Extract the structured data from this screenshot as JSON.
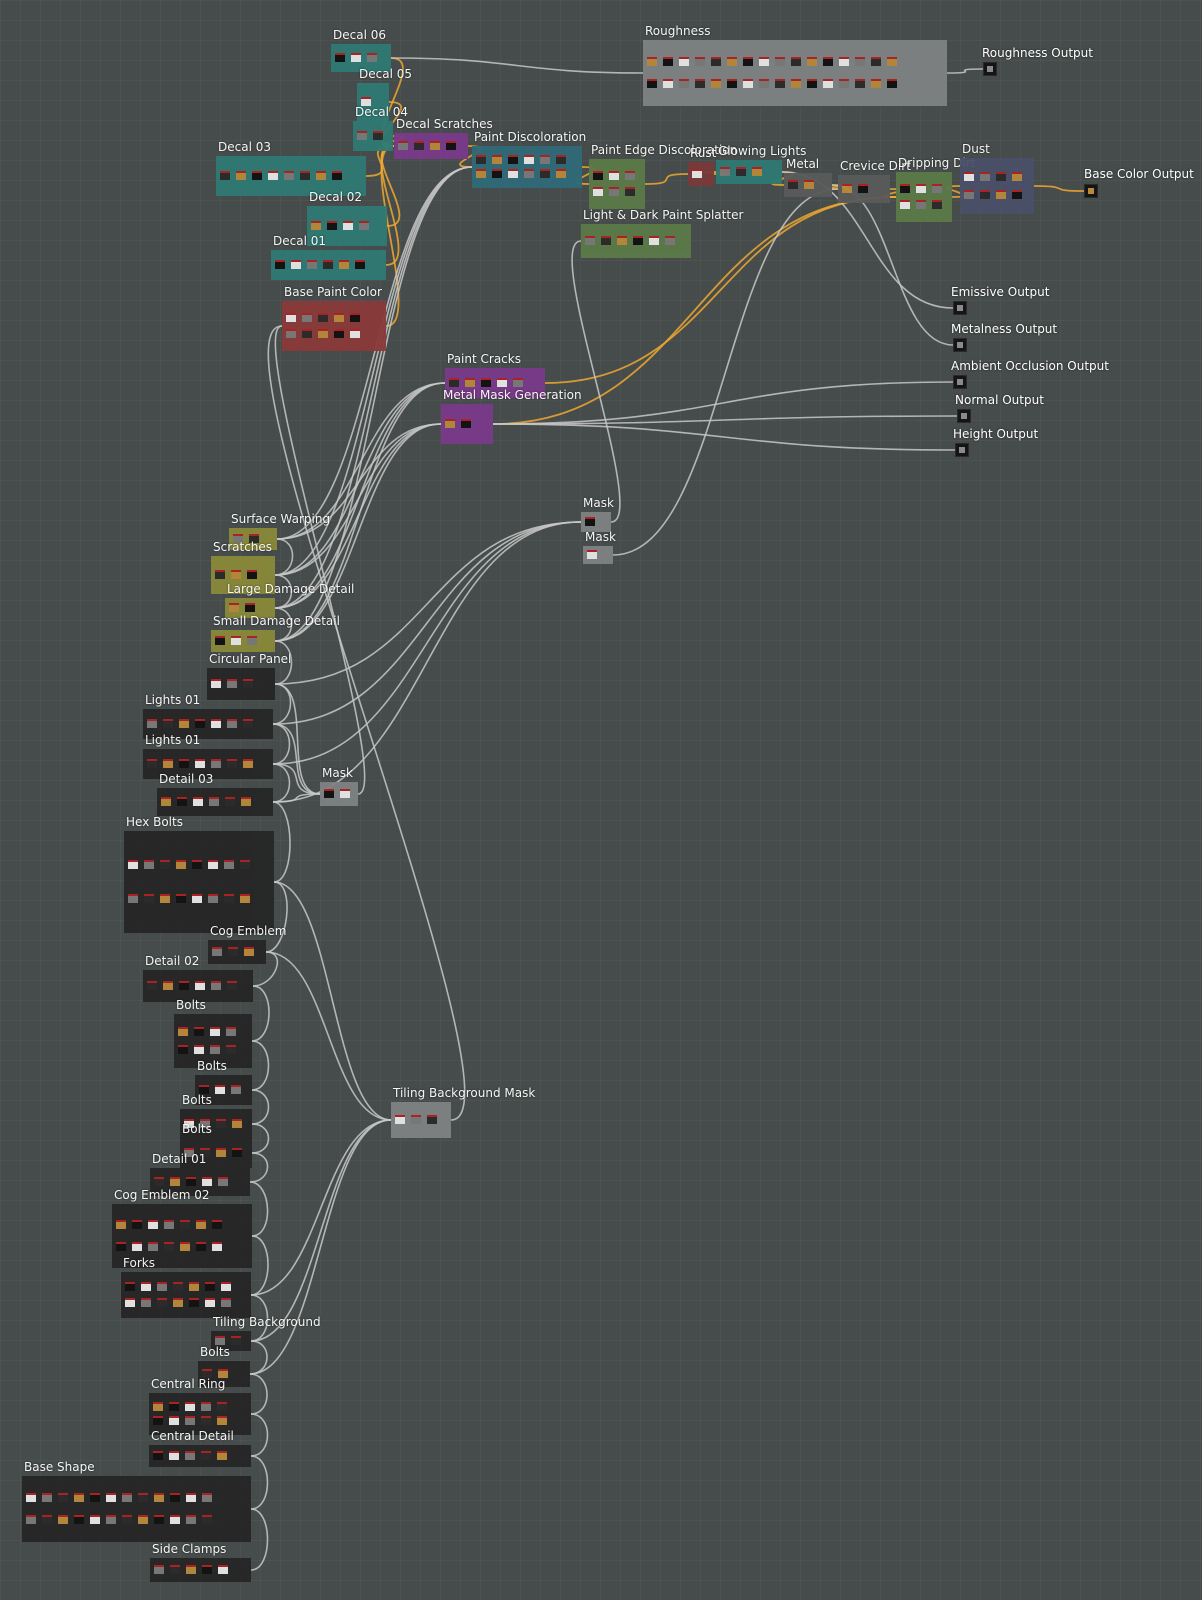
{
  "graph": {
    "frames": [
      {
        "id": "decal06",
        "title": "Decal 06",
        "color": "#2f7a74"
      },
      {
        "id": "decal05",
        "title": "Decal 05",
        "color": "#2f7a74"
      },
      {
        "id": "decal04",
        "title": "Decal 04",
        "color": "#2f7a74"
      },
      {
        "id": "decal03",
        "title": "Decal 03",
        "color": "#2f7a74"
      },
      {
        "id": "decal02",
        "title": "Decal 02",
        "color": "#2f7a74"
      },
      {
        "id": "decal01",
        "title": "Decal 01",
        "color": "#2f7a74"
      },
      {
        "id": "basepaint",
        "title": "Base Paint Color",
        "color": "#8a3a3a"
      },
      {
        "id": "decalscratches",
        "title": "Decal Scratches",
        "color": "#7a3a8a"
      },
      {
        "id": "paintdisc",
        "title": "Paint Discoloration",
        "color": "#2f6a78"
      },
      {
        "id": "roughness",
        "title": "Roughness",
        "color": "#7e8282"
      },
      {
        "id": "paintedge",
        "title": "Paint Edge Discoloration",
        "color": "#5c7a48"
      },
      {
        "id": "rust",
        "title": "Rust",
        "color": "#7a3a3a"
      },
      {
        "id": "glowing",
        "title": "Glowing Lights",
        "color": "#2f7a74"
      },
      {
        "id": "metal",
        "title": "Metal",
        "color": "#5a5a5a"
      },
      {
        "id": "crevice",
        "title": "Crevice Dirt",
        "color": "#5a5a5a"
      },
      {
        "id": "dripping",
        "title": "Dripping Dirt",
        "color": "#5c7a48"
      },
      {
        "id": "dust",
        "title": "Dust",
        "color": "#4a5068"
      },
      {
        "id": "splatter",
        "title": "Light & Dark Paint Splatter",
        "color": "#5c7a48"
      },
      {
        "id": "paintcracks",
        "title": "Paint Cracks",
        "color": "#7a3a8a"
      },
      {
        "id": "metalmask",
        "title": "Metal Mask Generation",
        "color": "#7a3a8a"
      },
      {
        "id": "mask_a",
        "title": "Mask",
        "color": "#7e8282"
      },
      {
        "id": "mask_b",
        "title": "Mask",
        "color": "#7e8282"
      },
      {
        "id": "surfacewarp",
        "title": "Surface Warping",
        "color": "#8a8a3a"
      },
      {
        "id": "scratches",
        "title": "Scratches",
        "color": "#8a8a3a"
      },
      {
        "id": "largedamage",
        "title": "Large Damage Detail",
        "color": "#8a8a3a"
      },
      {
        "id": "smalldamage",
        "title": "Small Damage Detail",
        "color": "#8a8a3a"
      },
      {
        "id": "circularpanel",
        "title": "Circular Panel",
        "color": "#262626"
      },
      {
        "id": "lights01a",
        "title": "Lights 01",
        "color": "#262626"
      },
      {
        "id": "lights01b",
        "title": "Lights 01",
        "color": "#262626"
      },
      {
        "id": "detail03",
        "title": "Detail 03",
        "color": "#262626"
      },
      {
        "id": "mask_c",
        "title": "Mask",
        "color": "#7e8282"
      },
      {
        "id": "hexbolts",
        "title": "Hex Bolts",
        "color": "#262626"
      },
      {
        "id": "cogemblem",
        "title": "Cog Emblem",
        "color": "#262626"
      },
      {
        "id": "detail02",
        "title": "Detail 02",
        "color": "#262626"
      },
      {
        "id": "bolts1",
        "title": "Bolts",
        "color": "#262626"
      },
      {
        "id": "bolts2",
        "title": "Bolts",
        "color": "#262626"
      },
      {
        "id": "bolts3",
        "title": "Bolts",
        "color": "#262626"
      },
      {
        "id": "bolts4",
        "title": "Bolts",
        "color": "#262626"
      },
      {
        "id": "detail01",
        "title": "Detail 01",
        "color": "#262626"
      },
      {
        "id": "cogemblem02",
        "title": "Cog Emblem 02",
        "color": "#262626"
      },
      {
        "id": "forks",
        "title": "Forks",
        "color": "#262626"
      },
      {
        "id": "tilingbgmask",
        "title": "Tiling Background Mask",
        "color": "#7e8282"
      },
      {
        "id": "tilingbg",
        "title": "Tiling Background",
        "color": "#262626"
      },
      {
        "id": "bolts5",
        "title": "Bolts",
        "color": "#262626"
      },
      {
        "id": "centralring",
        "title": "Central Ring",
        "color": "#262626"
      },
      {
        "id": "centraldetail",
        "title": "Central Detail",
        "color": "#262626"
      },
      {
        "id": "baseshape",
        "title": "Base Shape",
        "color": "#262626"
      },
      {
        "id": "sideclamps",
        "title": "Side Clamps",
        "color": "#262626"
      }
    ],
    "outputs": [
      {
        "id": "out_rough",
        "label": "Roughness Output"
      },
      {
        "id": "out_base",
        "label": "Base Color Output"
      },
      {
        "id": "out_emis",
        "label": "Emissive Output"
      },
      {
        "id": "out_metal",
        "label": "Metalness Output"
      },
      {
        "id": "out_ao",
        "label": "Ambient Occlusion Output"
      },
      {
        "id": "out_normal",
        "label": "Normal Output"
      },
      {
        "id": "out_height",
        "label": "Height Output"
      }
    ],
    "colors": {
      "background": "#464c4b",
      "wire": "#c8c8c8",
      "wire_color": "#f0a830"
    }
  }
}
